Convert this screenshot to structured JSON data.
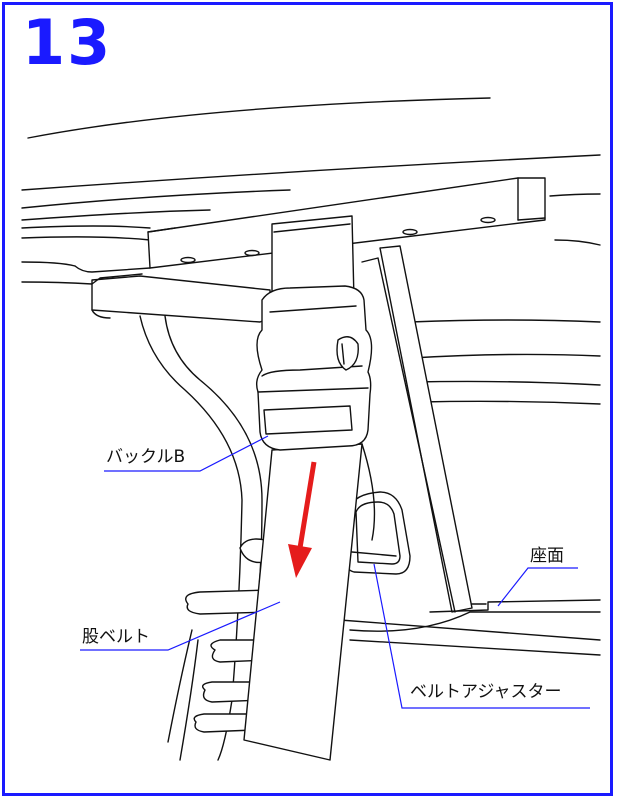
{
  "step": {
    "number": "13"
  },
  "labels": {
    "buckle": "バックルB",
    "crotch_belt": "股ベルト",
    "seat": "座面",
    "belt_adjuster": "ベルトアジャスター"
  },
  "colors": {
    "frame": "#1a1aff",
    "arrow": "#e51c1c",
    "leader_line": "#1a1aff",
    "line_art": "#111111"
  },
  "icons": {
    "arrow": "down-arrow"
  }
}
